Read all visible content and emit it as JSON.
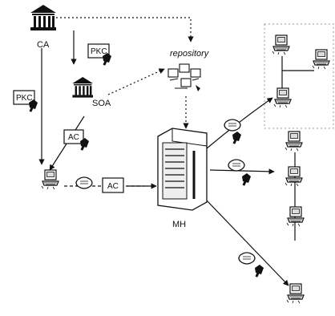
{
  "nodes": {
    "ca": {
      "label": "CA"
    },
    "soa": {
      "label": "SOA"
    },
    "repository": {
      "label": "repository"
    },
    "mh": {
      "label": "MH"
    }
  },
  "certs": {
    "pkc_top": "PKC",
    "pkc_left": "PKC",
    "ac_soa": "AC",
    "ac_mh": "AC"
  },
  "colors": {
    "stroke": "#111111",
    "dotted_box": "#999999"
  }
}
